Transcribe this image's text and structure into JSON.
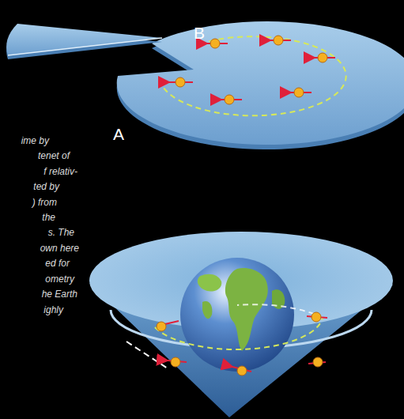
{
  "diagram": {
    "labels": [
      "B",
      "A",
      "ime by",
      "tenet of",
      "f relativ-",
      "ted by",
      ") from",
      "the",
      "s. The",
      "own here",
      "ed for",
      "ometry",
      "he Earth",
      "ighly"
    ]
  }
}
